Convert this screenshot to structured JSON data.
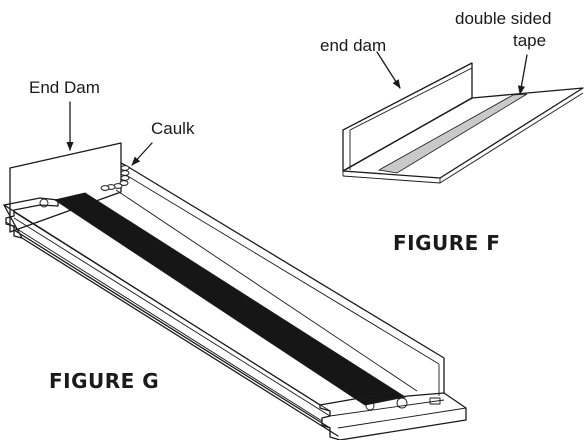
{
  "figure_f": {
    "label": "FIGURE F",
    "callouts": {
      "end_dam": "end dam",
      "tape_line1": "double sided",
      "tape_line2": "tape"
    }
  },
  "figure_g": {
    "label": "FIGURE G",
    "callouts": {
      "end_dam": "End Dam",
      "caulk": "Caulk"
    }
  },
  "colors": {
    "line": "#1a1a1a",
    "tape": "#c9c9c9",
    "gasket": "#161616",
    "background": "#ffffff"
  }
}
